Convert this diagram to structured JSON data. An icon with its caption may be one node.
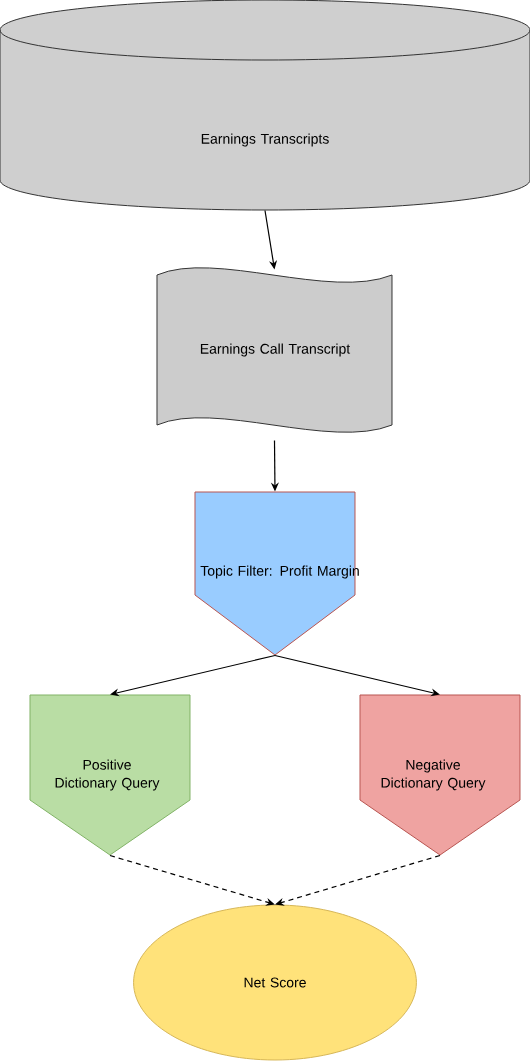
{
  "diagram": {
    "nodes": [
      {
        "text": [
          "Earnings Transcripts"
        ]
      },
      {
        "text": [
          "Earnings Call Transcript"
        ]
      },
      {
        "text": [
          "Topic Filter: Profit Margin"
        ]
      },
      {
        "text": [
          "Positive Dictionary Query"
        ]
      },
      {
        "text": [
          "Negative Dictionary Query"
        ]
      },
      {
        "text": [
          "Net Score"
        ]
      }
    ],
    "edges": [
      {
        "from": 0,
        "to": 1,
        "arrow": "to"
      },
      {
        "from": 1,
        "to": 2,
        "arrow": "to"
      },
      {
        "from": 2,
        "to": 3,
        "arrow": "to"
      },
      {
        "from": 2,
        "to": 4,
        "arrow": "to"
      },
      {
        "from": 3,
        "to": 5,
        "arrow": "to",
        "style": "dashed"
      },
      {
        "from": 4,
        "to": 5,
        "arrow": "to",
        "style": "dashed"
      }
    ]
  }
}
